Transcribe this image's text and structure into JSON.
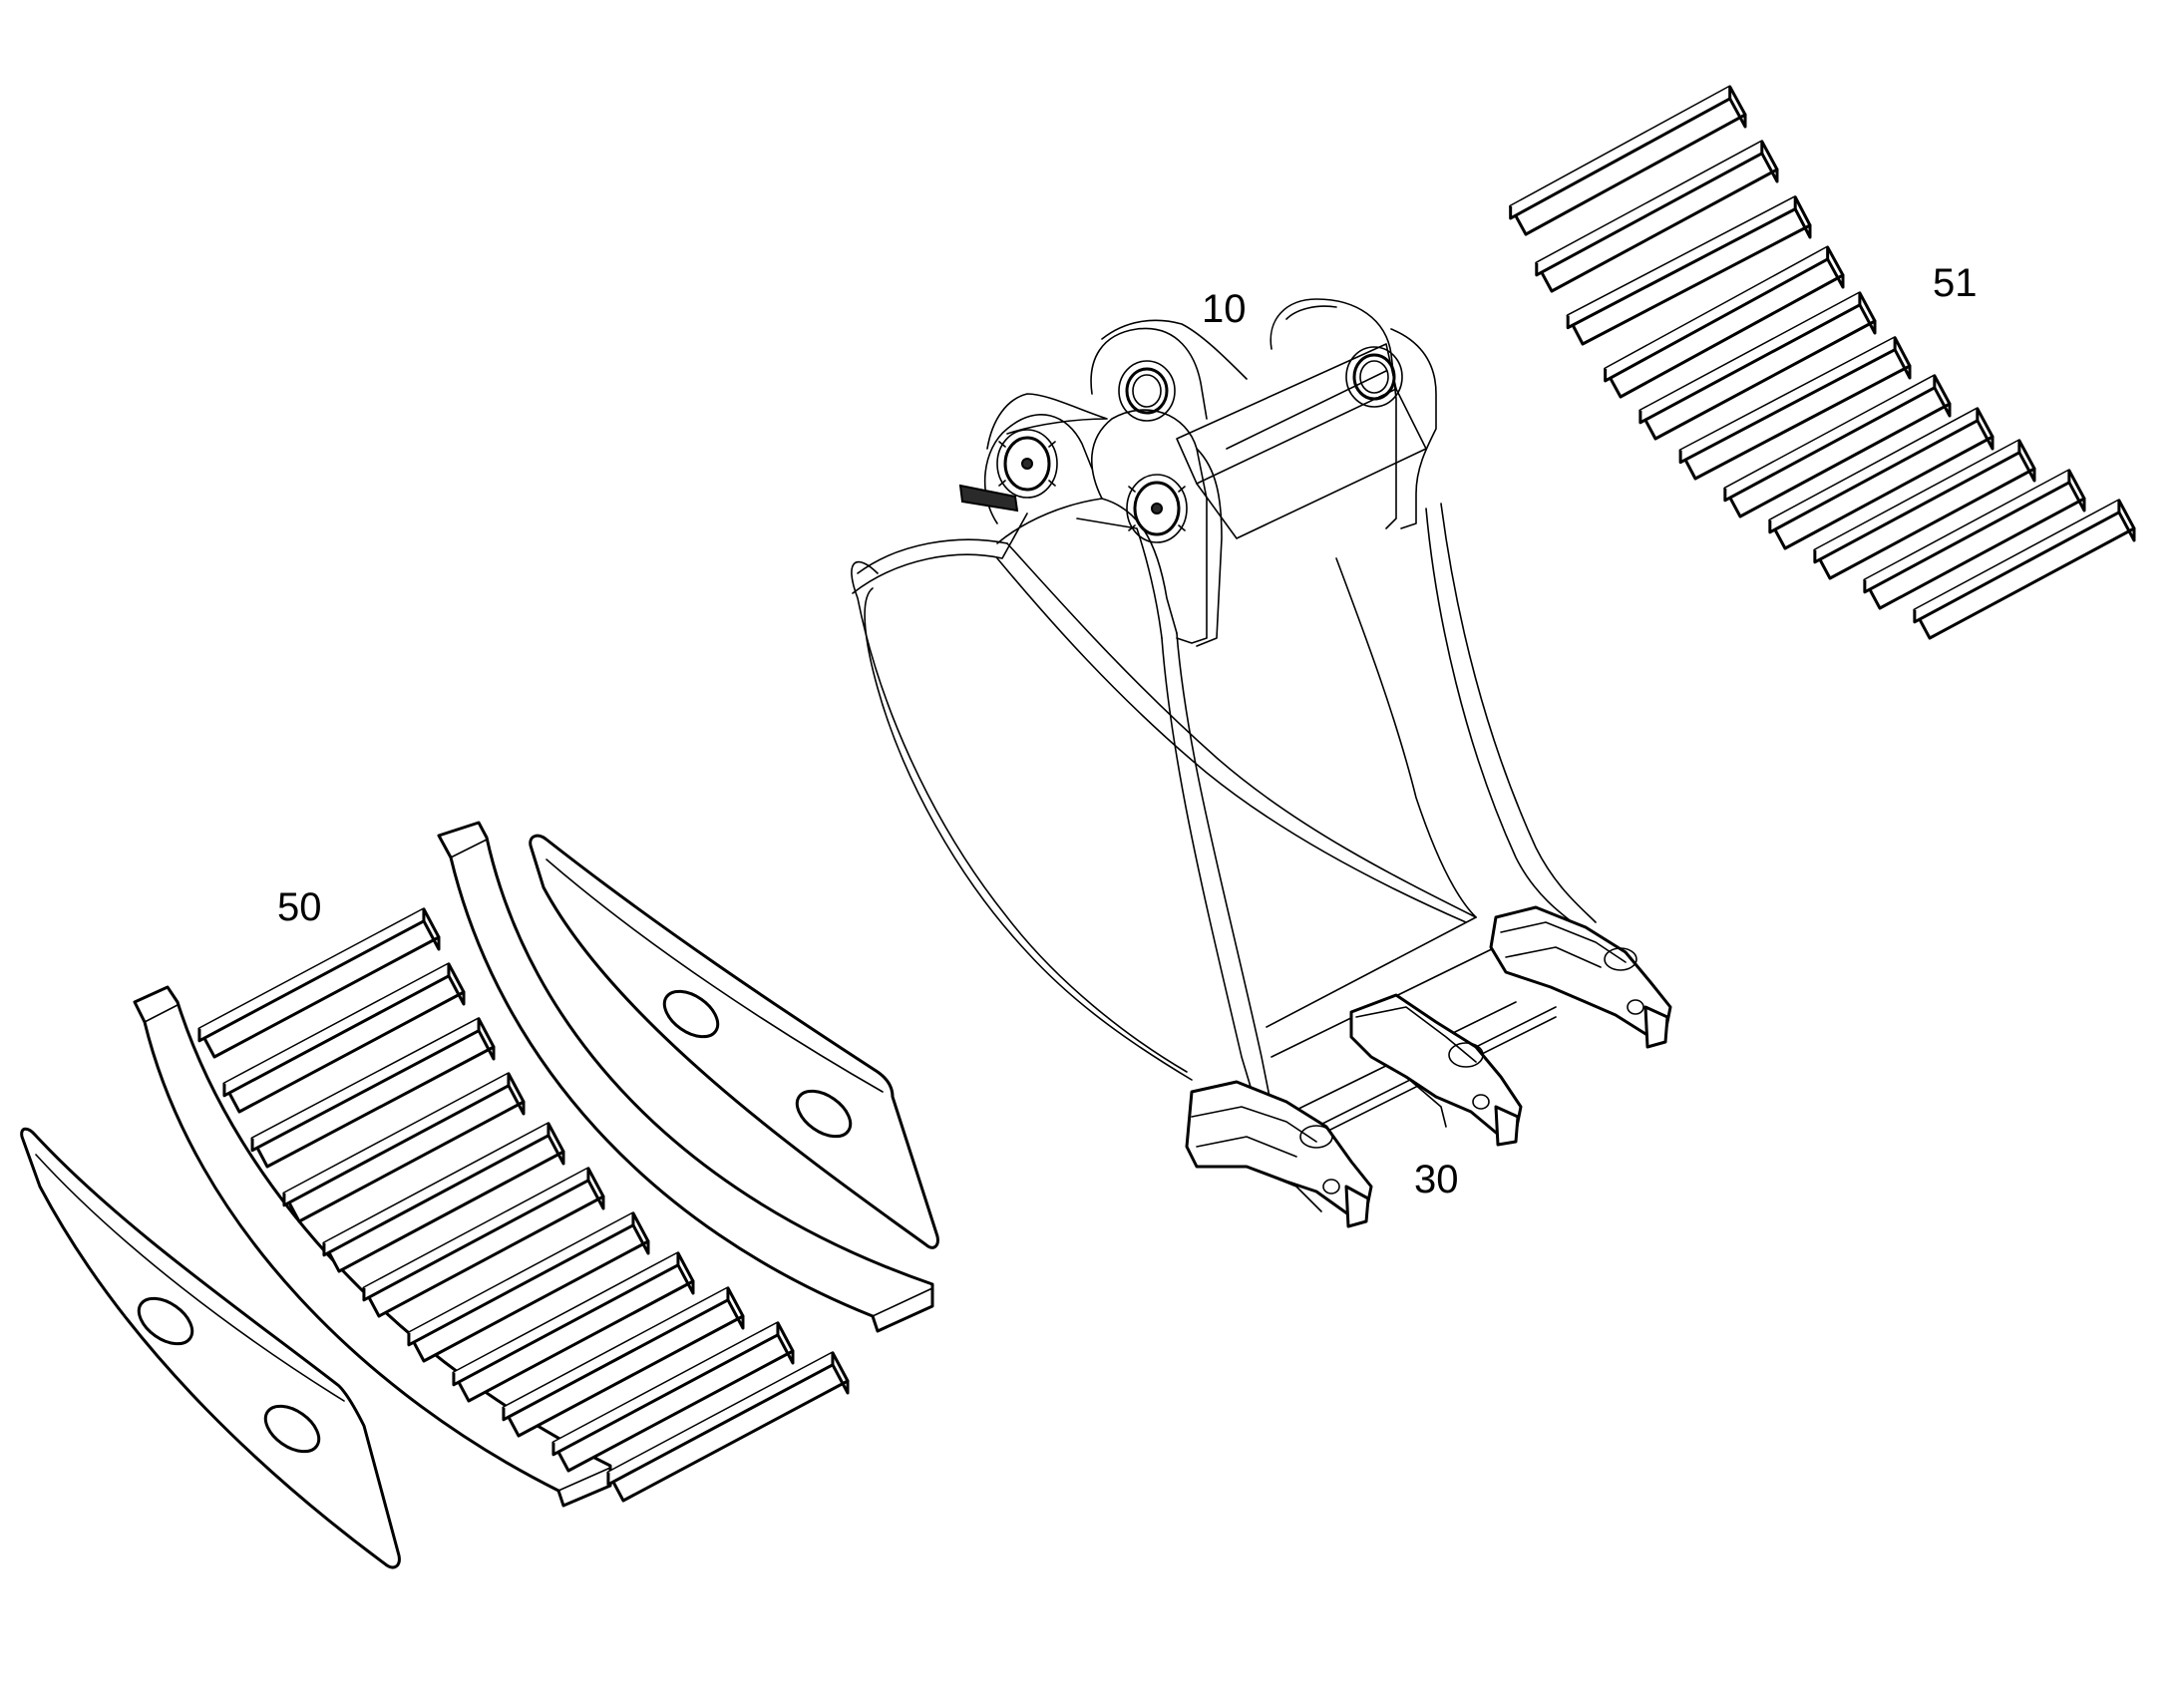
{
  "callouts": {
    "bucket": "10",
    "teeth": "30",
    "wear_kit": "50",
    "wear_strips": "51"
  },
  "colors": {
    "line": "#000000",
    "background": "#ffffff"
  }
}
